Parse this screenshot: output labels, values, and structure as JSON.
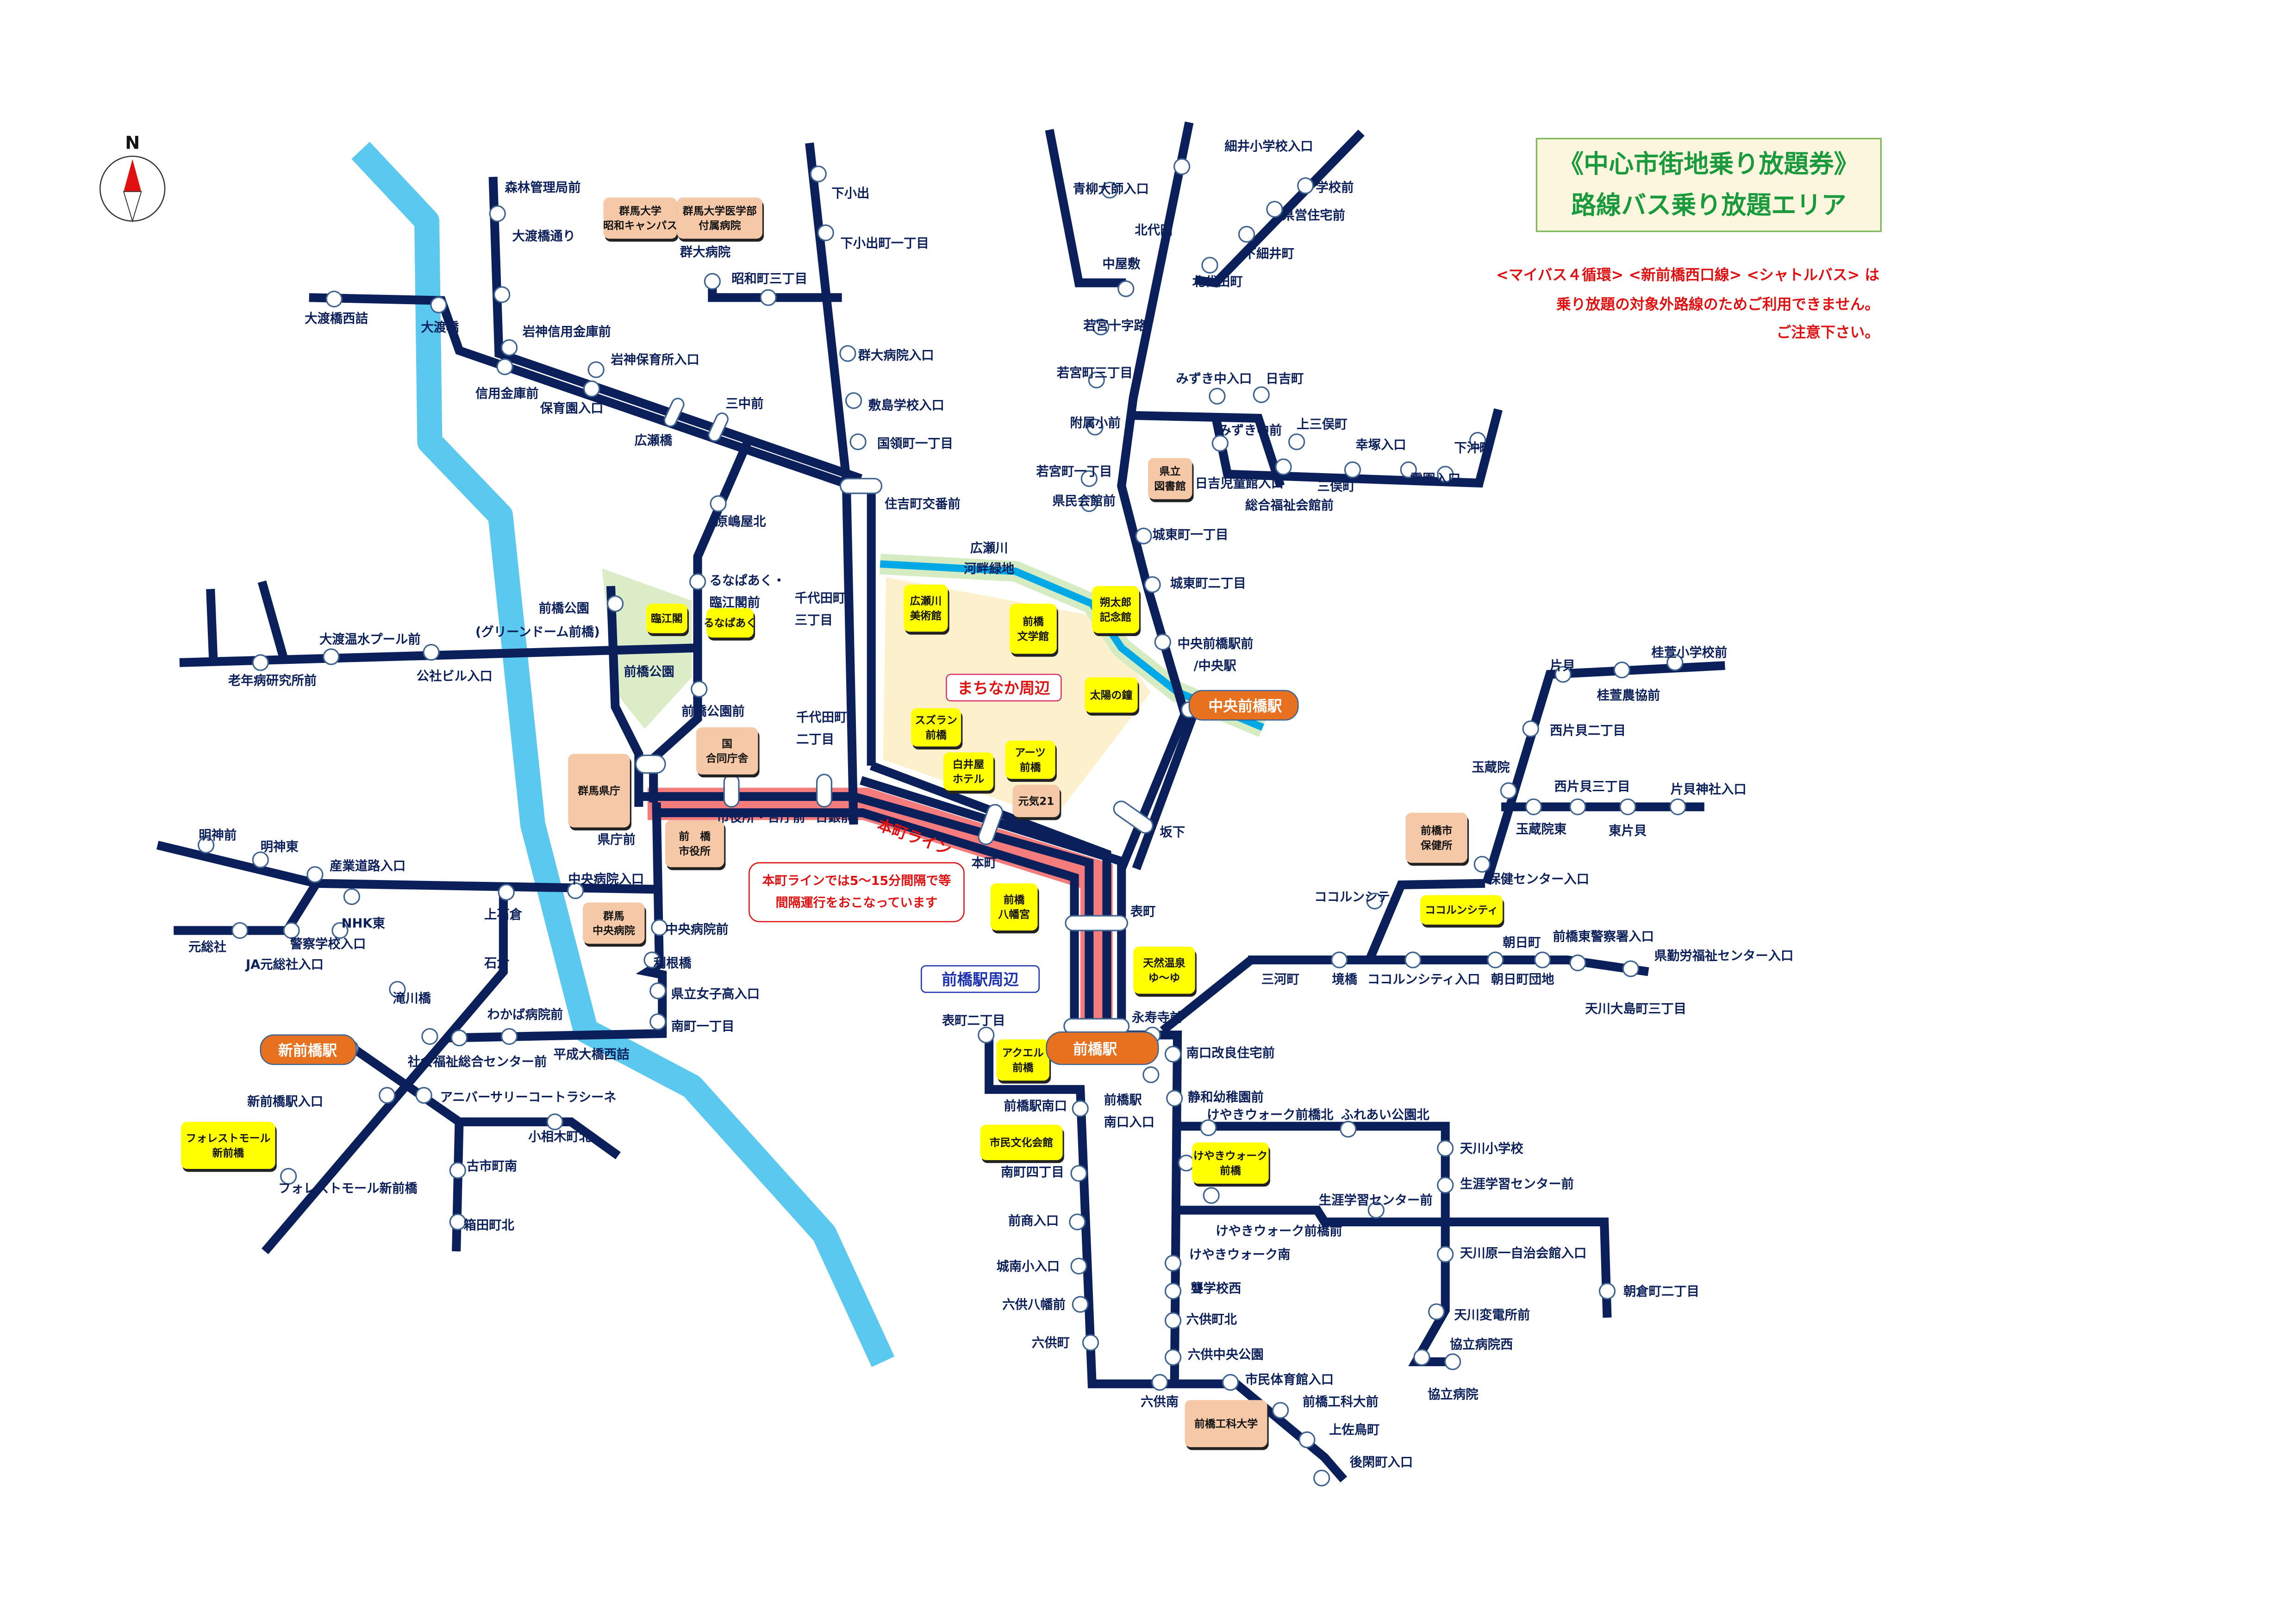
{
  "title": {
    "line1": "《中心市街地乗り放題券》",
    "line2": "路線バス乗り放題エリア"
  },
  "notice": {
    "line1": "<マイバス４循環> <新前橋西口線> <シャトルバス> は",
    "line2": "乗り放題の対象外路線のためご利用できません。",
    "line3": "ご注意下さい。"
  },
  "compass": {
    "label": "N"
  },
  "areas": {
    "machinaka": "まちなか周辺",
    "ekimae": "前橋駅周辺",
    "honmachi_line": "本町ライン",
    "honmachi_note_1": "本町ラインでは5～15分間隔で等",
    "honmachi_note_2": "間隔運行をおこなっています",
    "hirosegawa_1": "広瀬川",
    "hirosegawa_2": "河畔緑地",
    "park": "前橋公園"
  },
  "stations": [
    {
      "name": "中央前橋駅"
    },
    {
      "name": "新前橋駅"
    },
    {
      "name": "前橋駅"
    }
  ],
  "landmarks": [
    {
      "type": "yellow",
      "lines": [
        "広瀬川",
        "美術館"
      ]
    },
    {
      "type": "yellow",
      "lines": [
        "前橋",
        "文学館"
      ]
    },
    {
      "type": "yellow",
      "lines": [
        "朔太郎",
        "記念館"
      ]
    },
    {
      "type": "yellow",
      "lines": [
        "太陽の鐘"
      ]
    },
    {
      "type": "yellow",
      "lines": [
        "スズラン",
        "前橋"
      ]
    },
    {
      "type": "yellow",
      "lines": [
        "白井屋",
        "ホテル"
      ]
    },
    {
      "type": "yellow",
      "lines": [
        "アーツ",
        "前橋"
      ]
    },
    {
      "type": "yellow",
      "lines": [
        "臨江閣"
      ]
    },
    {
      "type": "yellow",
      "lines": [
        "るなぱあく"
      ]
    },
    {
      "type": "yellow",
      "lines": [
        "前橋",
        "八幡宮"
      ]
    },
    {
      "type": "yellow",
      "lines": [
        "天然温泉",
        "ゆ～ゆ"
      ]
    },
    {
      "type": "yellow",
      "lines": [
        "アクエル",
        "前橋"
      ]
    },
    {
      "type": "yellow",
      "lines": [
        "市民文化会館"
      ]
    },
    {
      "type": "yellow",
      "lines": [
        "けやきウォーク",
        "前橋"
      ]
    },
    {
      "type": "yellow",
      "lines": [
        "フォレストモール",
        "新前橋"
      ]
    },
    {
      "type": "yellow",
      "lines": [
        "ココルンシティ"
      ]
    },
    {
      "type": "peach",
      "lines": [
        "群馬大学",
        "昭和キャンパス"
      ]
    },
    {
      "type": "peach",
      "lines": [
        "群馬大学医学部",
        "付属病院"
      ]
    },
    {
      "type": "peach",
      "lines": [
        "県立",
        "図書館"
      ]
    },
    {
      "type": "peach",
      "lines": [
        "国",
        "合同庁舎"
      ]
    },
    {
      "type": "peach",
      "lines": [
        "群馬県庁"
      ]
    },
    {
      "type": "peach",
      "lines": [
        "前　橋",
        "市役所"
      ]
    },
    {
      "type": "peach",
      "lines": [
        "元気21"
      ]
    },
    {
      "type": "peach",
      "lines": [
        "群馬",
        "中央病院"
      ]
    },
    {
      "type": "peach",
      "lines": [
        "前橋市",
        "保健所"
      ]
    },
    {
      "type": "peach",
      "lines": [
        "前橋工科大学"
      ]
    }
  ],
  "stop_labels": [
    "森林管理局前",
    "大渡橋通り",
    "岩神信用金庫前",
    "岩神保育所入口",
    "信用金庫前",
    "保育園入口",
    "広瀬橋",
    "三中前",
    "大渡橋",
    "大渡橋西詰",
    "群大病院",
    "昭和町三丁目",
    "下小出",
    "下小出町一丁目",
    "群大病院入口",
    "敷島学校入口",
    "国領町一丁目",
    "住吉町交番前",
    "原嶋屋北",
    "るなぱあく・",
    "臨江閣前",
    "前橋公園",
    "(グリーンドーム前橋)",
    "大渡温水プール前",
    "老年病研究所前",
    "公社ビル入口",
    "前橋公園前",
    "千代田町",
    "三丁目",
    "千代田町",
    "二丁目",
    "市役所・合庁前",
    "日銀前",
    "県庁前",
    "本町",
    "坂下",
    "表町",
    "永寿寺前",
    "表町二丁目",
    "南口改良住宅前",
    "前橋駅",
    "南口入口",
    "前橋駅南口",
    "静和幼稚園前",
    "けやきウォーク前橋北",
    "ふれあい公園北",
    "天川小学校",
    "生涯学習センター前",
    "生涯学習センター前",
    "けやきウォーク前橋前",
    "けやきウォーク南",
    "天川原一自治会館入口",
    "朝倉町二丁目",
    "聾学校西",
    "天川変電所前",
    "六供町北",
    "協立病院西",
    "六供中央公園",
    "市民体育館入口",
    "協立病院",
    "六供南",
    "前橋工科大前",
    "上佐鳥町",
    "後閑町入口",
    "南町四丁目",
    "前商入口",
    "城南小入口",
    "六供八幡前",
    "六供町",
    "明神前",
    "明神東",
    "産業道路入口",
    "NHK東",
    "元総社",
    "警察学校入口",
    "JA元総社入口",
    "上石倉",
    "石倉",
    "中央病院入口",
    "中央病院前",
    "利根橋",
    "県立女子高入口",
    "南町一丁目",
    "滝川橋",
    "わかば病院前",
    "社会福祉総合センター前",
    "平成大橋西詰",
    "新前橋駅入口",
    "アニバーサリーコートラシーネ",
    "小相木町北",
    "古市町南",
    "フォレストモール新前橋",
    "箱田町北",
    "細井小学校入口",
    "青柳大師入口",
    "学校前",
    "県営住宅前",
    "北代田",
    "下細井町",
    "中屋敷",
    "北代田町",
    "若宮十字路",
    "若宮町三丁目",
    "みずき中入口",
    "日吉町",
    "附属小前",
    "みずき中前",
    "上三俣町",
    "幸塚入口",
    "下沖町",
    "若宮町一丁目",
    "日吉児童館入口",
    "三俣町",
    "霊園入口",
    "県民会館前",
    "総合福祉会館前",
    "城東町一丁目",
    "城東町二丁目",
    "中央前橋駅前",
    "/中央駅",
    "片貝",
    "桂萱小学校前",
    "桂萱農協前",
    "西片貝二丁目",
    "玉蔵院",
    "西片貝三丁目",
    "片貝神社入口",
    "玉蔵院東",
    "東片貝",
    "保健センター入口",
    "ココルンシティ",
    "朝日町",
    "前橋東警察署入口",
    "県勤労福祉センター入口",
    "三河町",
    "境橋",
    "ココルンシティ入口",
    "朝日町団地",
    "天川大島町三丁目"
  ],
  "colors": {
    "route": "#0b1f5b",
    "river": "#5bc8f0",
    "station": "#e8711f",
    "facility_yellow": "#ffff00",
    "facility_peach": "#f5c9a8",
    "honmachi": "#f47c7c"
  }
}
